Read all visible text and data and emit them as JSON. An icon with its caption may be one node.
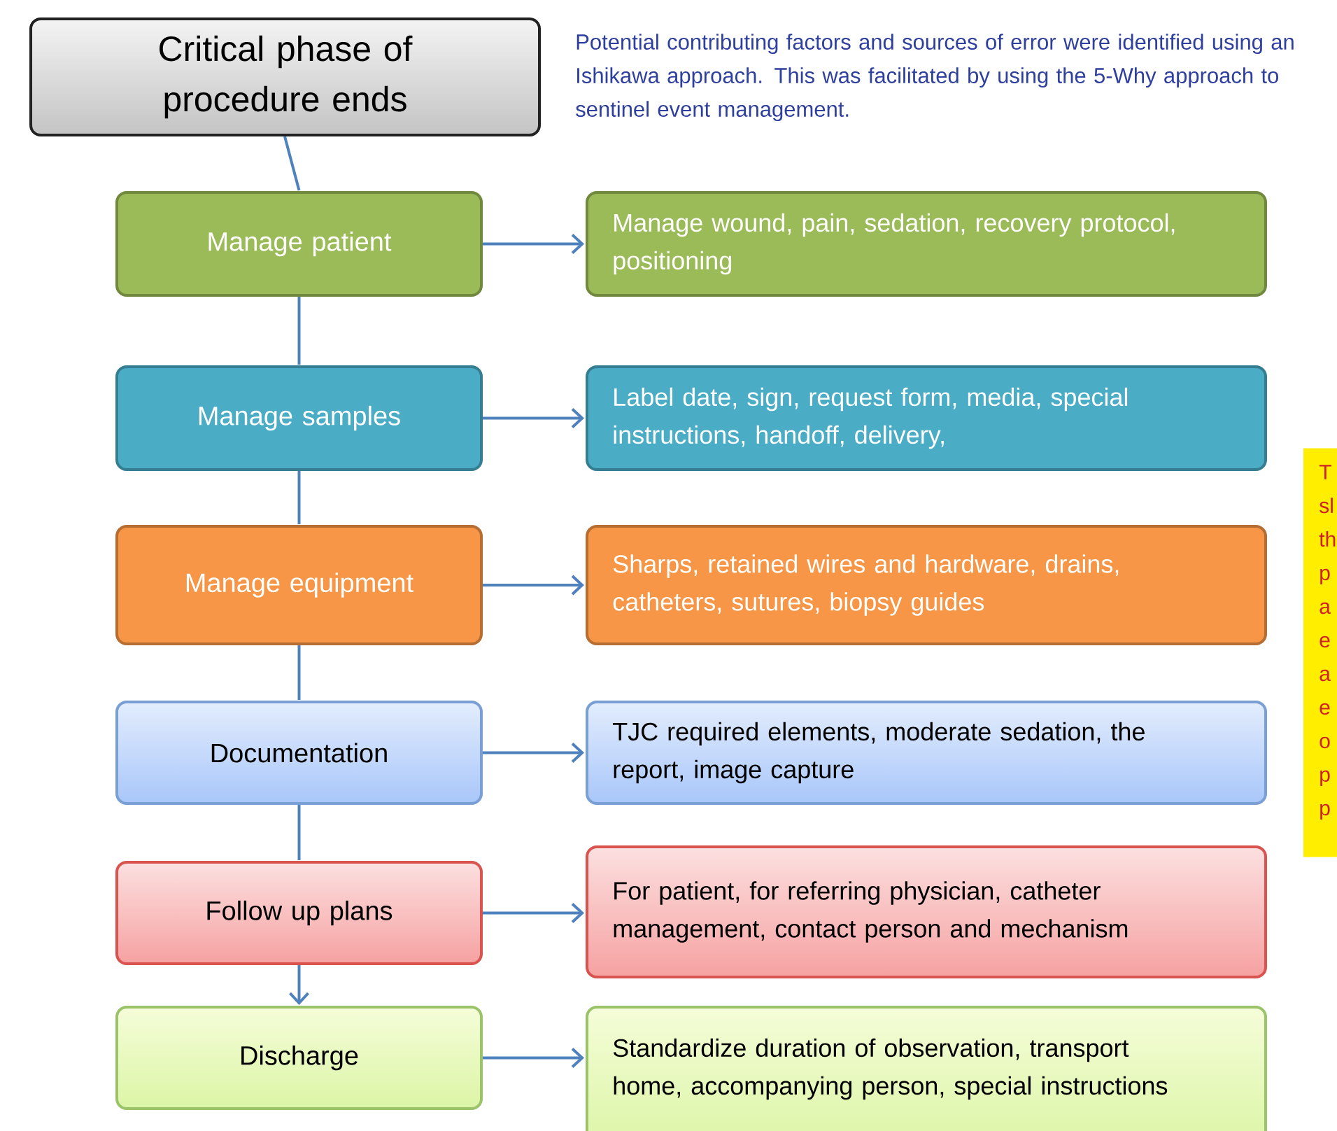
{
  "diagram": {
    "nodes": [
      {
        "text": [
          "Critical phase of procedure ends"
        ]
      },
      {
        "text": [
          "Manage patient"
        ]
      },
      {
        "text": [
          "Manage wound, pain, sedation, recovery protocol, positioning"
        ]
      },
      {
        "text": [
          "Manage samples"
        ]
      },
      {
        "text": [
          "Label date, sign, request form, media, special instructions, handoff, delivery,"
        ]
      },
      {
        "text": [
          "Manage equipment"
        ]
      },
      {
        "text": [
          "Sharps, retained wires and hardware, drains, catheters, sutures, biopsy guides"
        ]
      },
      {
        "text": [
          "Documentation"
        ]
      },
      {
        "text": [
          "TJC required elements, moderate sedation, the report, image capture"
        ]
      },
      {
        "text": [
          "Follow up plans"
        ]
      },
      {
        "text": [
          "For patient, for referring physician, catheter management, contact person and mechanism"
        ]
      },
      {
        "text": [
          "Discharge"
        ]
      },
      {
        "text": [
          "Standardize duration of observation, transport home, accompanying person, special instructions"
        ]
      },
      {
        "text": [
          "T sl th p a e a e o p p"
        ]
      }
    ],
    "edges": [
      {
        "from": 0,
        "to": 1,
        "arrow": "none"
      },
      {
        "from": 1,
        "to": 3,
        "arrow": "none"
      },
      {
        "from": 3,
        "to": 5,
        "arrow": "none"
      },
      {
        "from": 5,
        "to": 7,
        "arrow": "none"
      },
      {
        "from": 7,
        "to": 9,
        "arrow": "none"
      },
      {
        "from": 9,
        "to": 11,
        "arrow": "to"
      },
      {
        "from": 1,
        "to": 2,
        "arrow": "to"
      },
      {
        "from": 3,
        "to": 4,
        "arrow": "to"
      },
      {
        "from": 5,
        "to": 6,
        "arrow": "to"
      },
      {
        "from": 7,
        "to": 8,
        "arrow": "to"
      },
      {
        "from": 9,
        "to": 10,
        "arrow": "to"
      },
      {
        "from": 11,
        "to": 12,
        "arrow": "to"
      }
    ],
    "labels": [
      "Potential contributing factors and sources of error were identified using an Ishikawa approach.   This was facilitated by using the 5-Why approach to sentinel event management."
    ]
  }
}
